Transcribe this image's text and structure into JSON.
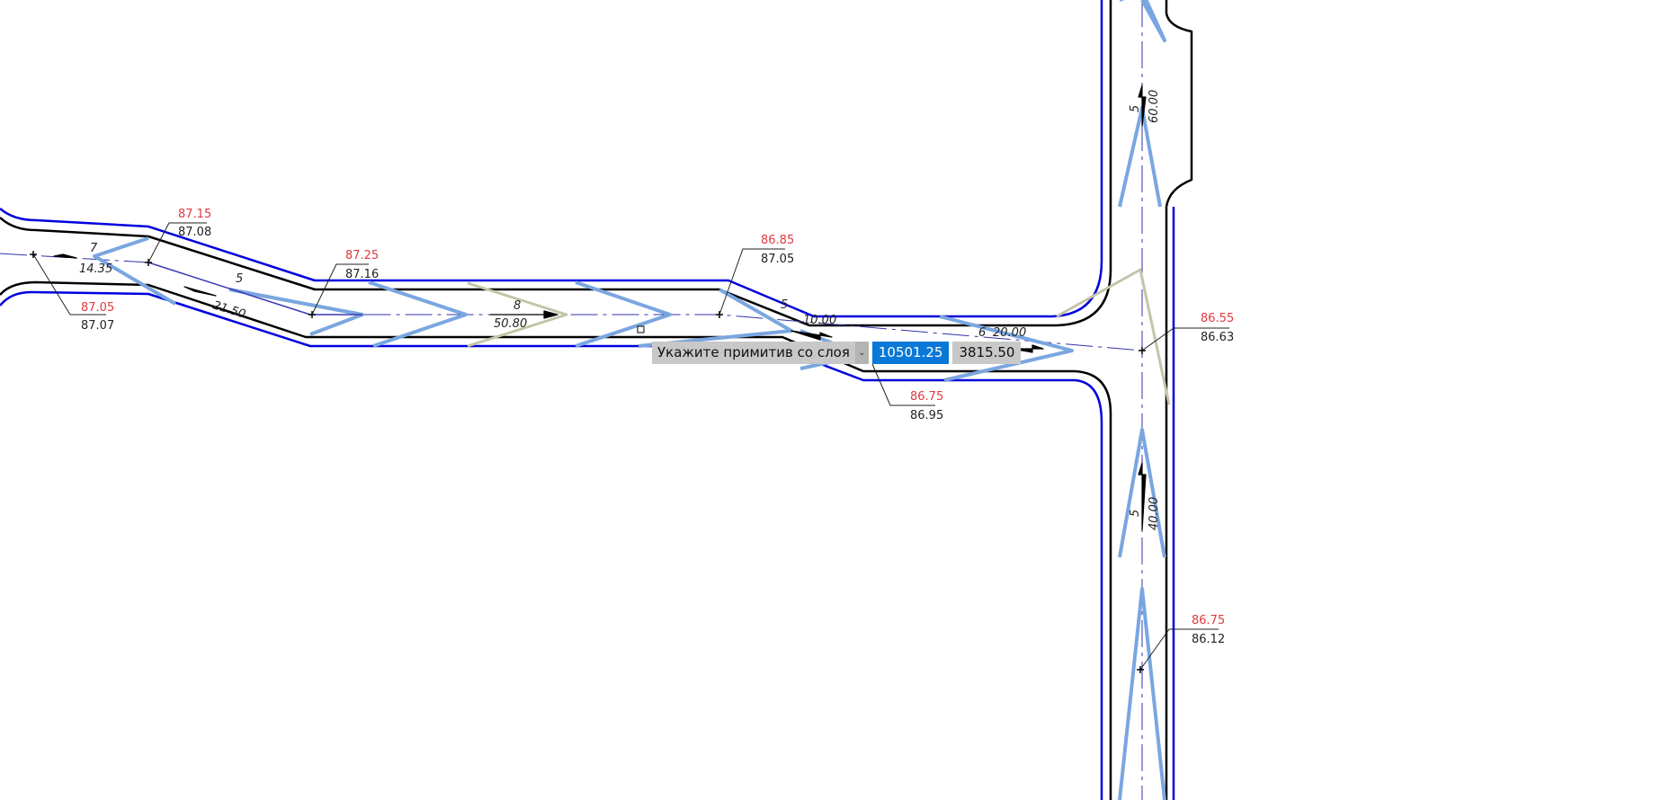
{
  "colors": {
    "outline": "#0000dd",
    "curb": "#000000",
    "arrow_fill": "#7aa6e0",
    "centerline": "#3333aa",
    "design_elev": "#e0393e",
    "existing_elev": "#222222",
    "highlight": "#0a78d7"
  },
  "elevations": [
    {
      "design": "87.15",
      "existing": "87.08"
    },
    {
      "design": "87.05",
      "existing": "87.07"
    },
    {
      "design": "87.25",
      "existing": "87.16"
    },
    {
      "design": "86.85",
      "existing": "87.05"
    },
    {
      "design": "86.75",
      "existing": "86.95"
    },
    {
      "design": "86.55",
      "existing": "86.63"
    },
    {
      "design": "86.75",
      "existing": "86.12"
    }
  ],
  "slopes": [
    {
      "slope": "7",
      "length": "14.35"
    },
    {
      "slope": "5",
      "length": "21.50"
    },
    {
      "slope": "8",
      "length": "50.80"
    },
    {
      "slope": "5",
      "length": "10.00"
    },
    {
      "slope": "6",
      "length": "20.00"
    },
    {
      "slope": "5",
      "length": "60.00"
    },
    {
      "slope": "5",
      "length": "40.00"
    }
  ],
  "prompt": {
    "label": "Укажите примитив со слоя",
    "dropdown_icon": "chevron-down-icon",
    "x_value": "10501.25",
    "y_value": "3815.50"
  }
}
